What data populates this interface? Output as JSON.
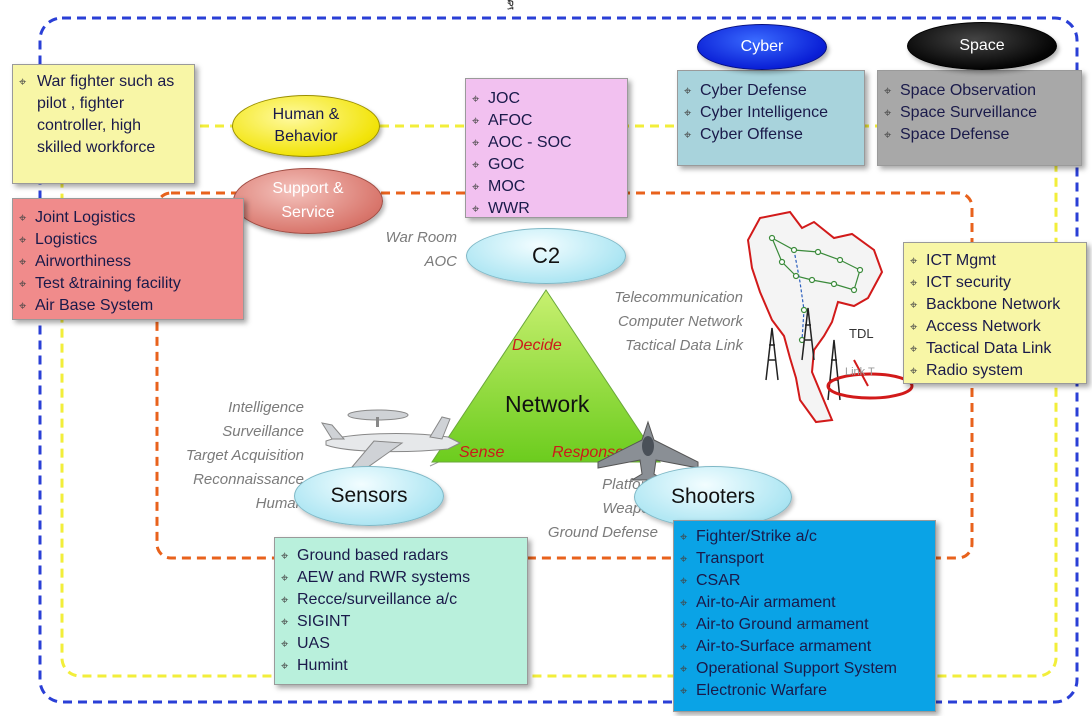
{
  "title": "ฐ",
  "human_box": {
    "text": "War fighter such as pilot , fighter controller, high skilled workforce"
  },
  "human_oval": {
    "label": "Human & Behavior"
  },
  "support_oval": {
    "label": "Support & Service"
  },
  "support_box": {
    "items": [
      "Joint Logistics",
      "Logistics",
      "Airworthiness",
      "Test &training facility",
      "Air Base System"
    ]
  },
  "c2_box": {
    "items": [
      "JOC",
      "AFOC",
      "AOC - SOC",
      "GOC",
      "MOC",
      "WWR"
    ]
  },
  "cyber": {
    "label": "Cyber",
    "items": [
      "Cyber Defense",
      "Cyber Intelligence",
      "Cyber Offense"
    ]
  },
  "space": {
    "label": "Space",
    "items": [
      "Space Observation",
      "Space Surveillance",
      "Space Defense"
    ]
  },
  "c2_node": {
    "label": "C2",
    "side_labels": [
      "War Room",
      "AOC"
    ]
  },
  "network": {
    "label": "Network",
    "decide": "Decide",
    "sense": "Sense",
    "response": "Response",
    "side_labels": [
      "Telecommunication",
      "Computer Network",
      "Tactical  Data Link"
    ]
  },
  "ict_box": {
    "items": [
      "ICT Mgmt",
      "ICT security",
      "Backbone Network",
      "Access Network",
      "Tactical Data Link",
      "Radio system"
    ]
  },
  "map": {
    "tdl_label": "TDL",
    "link_label": "Link T"
  },
  "sensors": {
    "label": "Sensors",
    "side_labels": [
      "Intelligence",
      "Surveillance",
      "Target Acquisition",
      "Reconnaissance",
      "Human"
    ],
    "items": [
      "Ground based radars",
      "AEW and RWR systems",
      "Recce/surveillance a/c",
      "SIGINT",
      "UAS",
      "Humint"
    ]
  },
  "shooters": {
    "label": "Shooters",
    "side_labels": [
      "Platform",
      "Weapon",
      "Ground Defense"
    ],
    "items": [
      "Fighter/Strike a/c",
      "Transport",
      "CSAR",
      "Air-to-Air armament",
      "Air-to Ground armament",
      "Air-to-Surface armament",
      "Operational Support System",
      "Electronic Warfare"
    ]
  },
  "colors": {
    "blue_loop": "#2a3fd6",
    "yellow_loop": "#f2ee3a",
    "orange_loop": "#e8621c",
    "human_box": "#f8f6a6",
    "support_box": "#f08b8b",
    "c2_box": "#f2c1f0",
    "cyber_box": "#a8d3dc",
    "space_box": "#a8a8a8",
    "ict_box": "#f8f6a6",
    "sensors_box": "#b9f0dc",
    "shooters_box": "#0aa3e6",
    "triangle": "#8fe04a"
  }
}
